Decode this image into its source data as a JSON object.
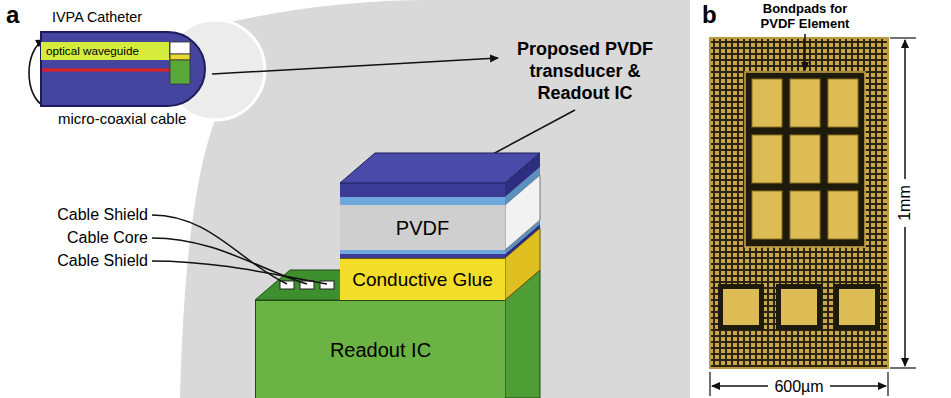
{
  "diagram": {
    "nodes": [
      {
        "text": [
          "IVPA Catheter"
        ]
      },
      {
        "text": [
          "optical waveguide"
        ],
        "in": 0
      },
      {
        "text": [
          "PVDF"
        ]
      },
      {
        "text": [
          "Conductive Glue"
        ]
      },
      {
        "text": [
          "Readout IC"
        ]
      }
    ],
    "labels": [
      "a",
      "micro-coaxial cable",
      "Proposed PVDF transducer & Readout IC",
      "Cable Shield",
      "Cable Core",
      "Cable Shield",
      "b",
      "Bondpads for PVDF Element",
      "1mm",
      "600µm"
    ]
  }
}
